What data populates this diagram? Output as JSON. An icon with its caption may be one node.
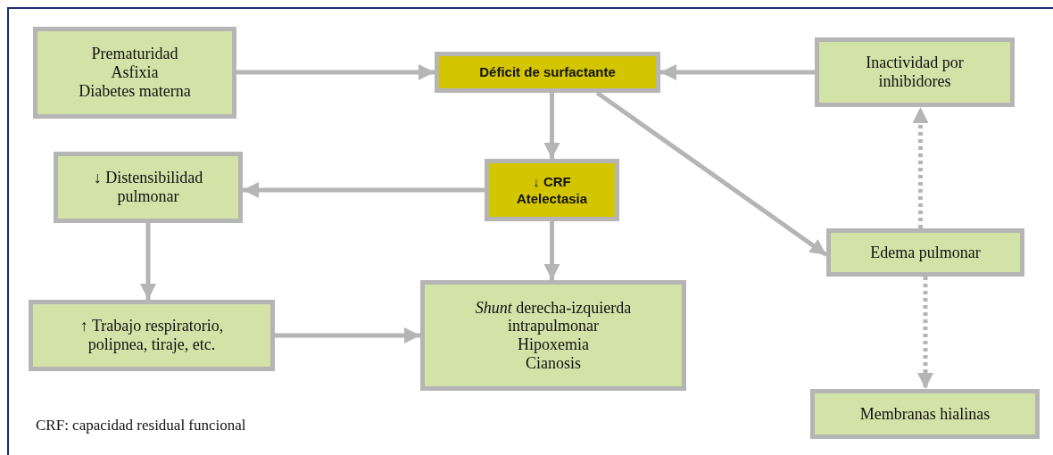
{
  "diagram": {
    "nodes": [
      {
        "text": [
          "Prematuridad",
          "Asfixia",
          "Diabetes materna"
        ]
      },
      {
        "text": [
          "Déficit de surfactante"
        ]
      },
      {
        "text": [
          "Inactividad por inhibidores"
        ]
      },
      {
        "text": [
          "↓ Distensibilidad pulmonar"
        ]
      },
      {
        "text": [
          "↓ CRF",
          "Atelectasia"
        ]
      },
      {
        "text": [
          "Edema pulmonar"
        ]
      },
      {
        "text": [
          "↑ Trabajo respiratorio, polipnea, tiraje, etc."
        ]
      },
      {
        "text": [
          "*Shunt* derecha-izquierda intrapulmonar",
          "Hipoxemia",
          "Cianosis"
        ]
      },
      {
        "text": [
          "Membranas hialinas"
        ]
      }
    ],
    "edges": [
      {
        "from": 0,
        "to": 1,
        "arrow": "to"
      },
      {
        "from": 2,
        "to": 1,
        "arrow": "to"
      },
      {
        "from": 1,
        "to": 4,
        "arrow": "to"
      },
      {
        "from": 1,
        "to": 5,
        "arrow": "to"
      },
      {
        "from": 4,
        "to": 3,
        "arrow": "to"
      },
      {
        "from": 4,
        "to": 7,
        "arrow": "to"
      },
      {
        "from": 3,
        "to": 6,
        "arrow": "to"
      },
      {
        "from": 6,
        "to": 7,
        "arrow": "to"
      },
      {
        "from": 5,
        "to": 2,
        "arrow": "to",
        "style": "dashed"
      },
      {
        "from": 5,
        "to": 8,
        "arrow": "to",
        "style": "dashed"
      }
    ],
    "labels": [
      "CRF: capacidad residual funcional"
    ]
  }
}
